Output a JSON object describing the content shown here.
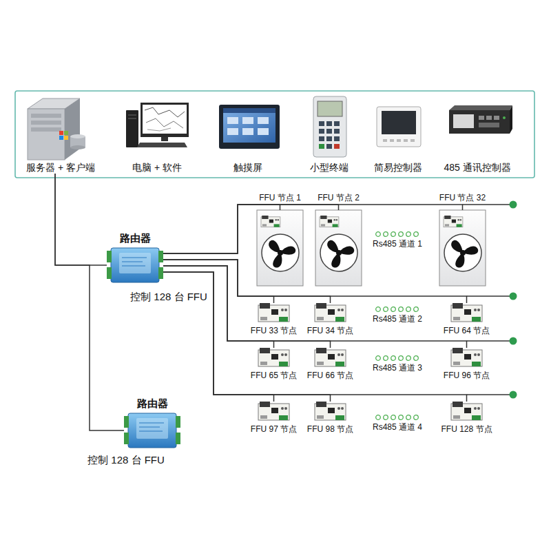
{
  "diagram": {
    "nodes": [
      {
        "text": [
          "服务器 + 客户端"
        ]
      },
      {
        "text": [
          "电脑 + 软件"
        ]
      },
      {
        "text": [
          "触摸屏"
        ]
      },
      {
        "text": [
          "小型终端"
        ]
      },
      {
        "text": [
          "简易控制器"
        ]
      },
      {
        "text": [
          "485 通讯控制器"
        ]
      },
      {
        "text": [
          "路由器",
          "控制 128 台 FFU"
        ]
      },
      {
        "text": [
          "FFU 节点 1"
        ]
      },
      {
        "text": [
          "FFU 节点 2"
        ]
      },
      {
        "text": [
          "FFU 节点 32"
        ]
      },
      {
        "text": [
          "FFU 33 节点"
        ]
      },
      {
        "text": [
          "FFU 34 节点"
        ]
      },
      {
        "text": [
          "FFU 64 节点"
        ]
      },
      {
        "text": [
          "FFU 65 节点"
        ]
      },
      {
        "text": [
          "FFU 66 节点"
        ]
      },
      {
        "text": [
          "FFU 96 节点"
        ]
      },
      {
        "text": [
          "FFU 97 节点"
        ]
      },
      {
        "text": [
          "FFU 98 节点"
        ]
      },
      {
        "text": [
          "FFU 128 节点"
        ]
      },
      {
        "text": [
          "路由器",
          "控制 128 台 FFU"
        ]
      }
    ],
    "edges": [
      {
        "from": 0,
        "to": 6,
        "arrow": "none"
      },
      {
        "from": 0,
        "to": 19,
        "arrow": "none"
      },
      {
        "from": 6,
        "to": 7,
        "arrow": "none"
      },
      {
        "from": 6,
        "to": 8,
        "arrow": "none"
      },
      {
        "from": 6,
        "to": 9,
        "arrow": "none"
      },
      {
        "from": 6,
        "to": 10,
        "arrow": "none"
      },
      {
        "from": 6,
        "to": 11,
        "arrow": "none"
      },
      {
        "from": 6,
        "to": 12,
        "arrow": "none"
      },
      {
        "from": 6,
        "to": 13,
        "arrow": "none"
      },
      {
        "from": 6,
        "to": 14,
        "arrow": "none"
      },
      {
        "from": 6,
        "to": 15,
        "arrow": "none"
      },
      {
        "from": 6,
        "to": 16,
        "arrow": "none"
      },
      {
        "from": 6,
        "to": 17,
        "arrow": "none"
      },
      {
        "from": 6,
        "to": 18,
        "arrow": "none"
      }
    ],
    "labels": [
      "Rs485 通道 1",
      "Rs485 通道 2",
      "Rs485 通道 3",
      "Rs485 通道 4"
    ]
  }
}
